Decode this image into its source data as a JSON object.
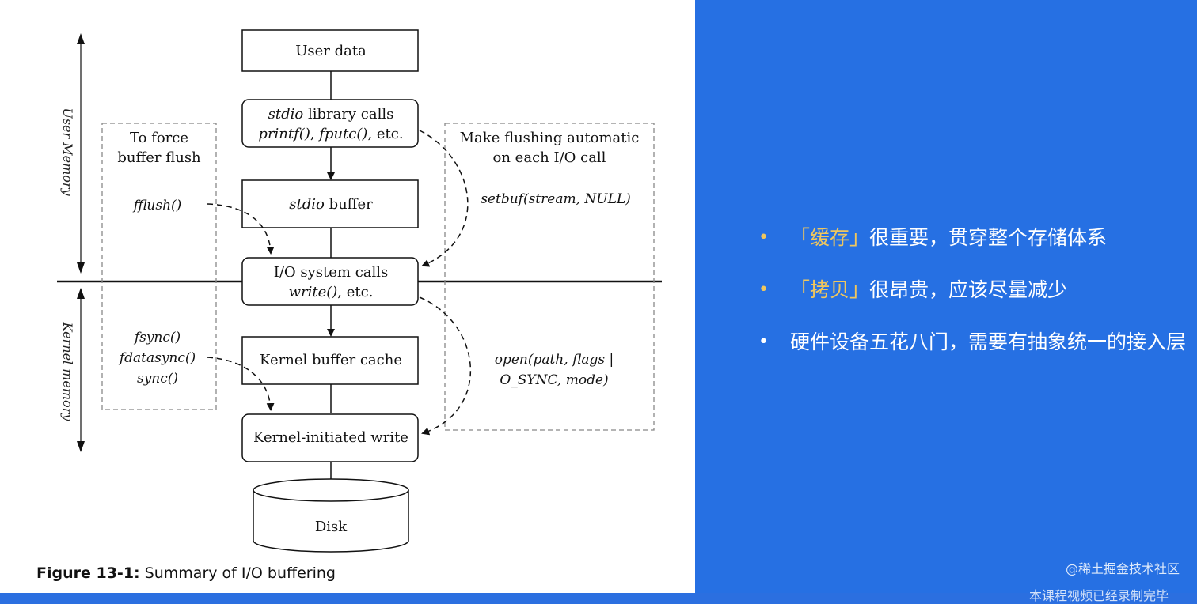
{
  "diagram": {
    "user_data": "User data",
    "stdio_calls_line1_italic": "stdio",
    "stdio_calls_line1_rest": " library calls",
    "stdio_calls_line2_a": "printf()",
    "stdio_calls_line2_b": ", ",
    "stdio_calls_line2_c": "fputc()",
    "stdio_calls_line2_d": ", etc.",
    "stdio_buffer_italic": "stdio",
    "stdio_buffer_rest": " buffer",
    "io_calls_line1": "I/O system calls",
    "io_calls_line2_italic": "write()",
    "io_calls_line2_rest": ", etc.",
    "kernel_cache": "Kernel buffer cache",
    "kernel_write": "Kernel-initiated write",
    "disk": "Disk",
    "force_flush_line1": "To force",
    "force_flush_line2": "buffer flush",
    "fflush": "fflush()",
    "fsync": "fsync()",
    "fdatasync": "fdatasync()",
    "sync": "sync()",
    "auto_flush_line1": "Make flushing automatic",
    "auto_flush_line2": "on each I/O call",
    "setbuf": "setbuf(stream, NULL)",
    "open_line1": "open(path, flags |",
    "open_line2": "O_SYNC, mode)",
    "user_memory": "User Memory",
    "kernel_memory": "Kernel memory"
  },
  "caption": {
    "label": "Figure 13-1:",
    "text": " Summary of I/O buffering"
  },
  "bullets": [
    {
      "highlight": "「缓存」",
      "text": "很重要，贯穿整个存储体系",
      "dot_color": "gold"
    },
    {
      "highlight": "「拷贝」",
      "text": "很昂贵，应该尽量减少",
      "dot_color": "gold"
    },
    {
      "highlight": "",
      "text": "硬件设备五花八门，需要有抽象统一的接入层",
      "dot_color": "white"
    }
  ],
  "watermark": "@稀土掘金技术社区",
  "cutoff_text": "本课程视频已经录制完毕",
  "colors": {
    "panel_blue": "#2670e3",
    "highlight_gold": "#f0c75e"
  }
}
